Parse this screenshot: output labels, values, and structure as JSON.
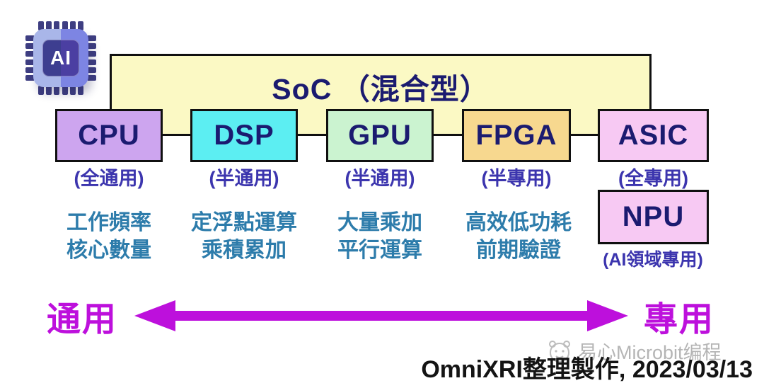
{
  "logo": {
    "label": "AI"
  },
  "soc": {
    "title": "SoC （混合型）"
  },
  "chips": [
    {
      "name": "CPU",
      "tag": "(全通用)",
      "color": "#cda5ef"
    },
    {
      "name": "DSP",
      "tag": "(半通用)",
      "color": "#5ceef2"
    },
    {
      "name": "GPU",
      "tag": "(半通用)",
      "color": "#cbf3d0"
    },
    {
      "name": "FPGA",
      "tag": "(半專用)",
      "color": "#f7d88f"
    },
    {
      "name": "ASIC",
      "tag": "(全專用)",
      "color": "#f7c9f3"
    }
  ],
  "npu": {
    "name": "NPU",
    "tag": "(AI領域專用)",
    "color": "#f7c9f3"
  },
  "features": [
    {
      "line1": "工作頻率",
      "line2": "核心數量"
    },
    {
      "line1": "定浮點運算",
      "line2": "乘積累加"
    },
    {
      "line1": "大量乘加",
      "line2": "平行運算"
    },
    {
      "line1": "高效低功耗",
      "line2": "前期驗證"
    }
  ],
  "spectrum": {
    "left": "通用",
    "right": "專用",
    "arrow_color": "#bd10dc"
  },
  "watermark": {
    "text": "易心Microbit编程"
  },
  "credit": {
    "text": "OmniXRI整理製作, 2023/03/13"
  },
  "colors": {
    "soc_fill": "#fbf9c4",
    "box_text_navy": "#1b1b70",
    "tag_blue": "#3c35ae",
    "feature_blue": "#2d7cab",
    "magenta": "#bd10dc",
    "watermark_gray": "#b5b5b5",
    "border_black": "#101010"
  }
}
